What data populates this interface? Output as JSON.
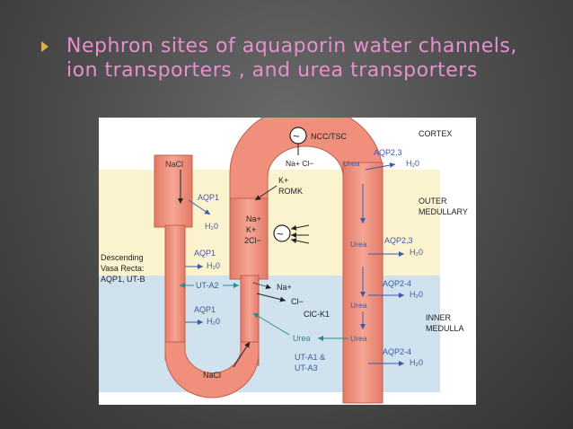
{
  "slide": {
    "title_line1": "Nephron sites of aquaporin water channels,",
    "title_line2": "ion transporters , and urea transporters"
  },
  "colors": {
    "tubule": "#f0907c",
    "tubule_edge": "#c0604c",
    "cortex": "#ffffff",
    "outer_medulla": "#fbf3cd",
    "inner_medulla": "#cfe2ee",
    "label_blue": "#3c5aa8",
    "arrow_teal": "#2e8a86"
  },
  "diagram": {
    "zones": {
      "cortex": "CORTEX",
      "outer_1": "OUTER",
      "outer_2": "MEDULLARY",
      "inner_1": "INNER",
      "inner_2": "MEDULLA"
    },
    "labels": {
      "ncc": "NCC/TSC",
      "na_top": "Na+  Cl−",
      "urea_top": "Urea",
      "h2o_top": "H₂0",
      "aqp23_top": "AQP2,3",
      "nacl_top": "NaCl",
      "k_romk_1": "K+",
      "k_romk_2": "ROMK",
      "aqp1_a": "AQP1",
      "h2o_a": "H₂0",
      "nkcc_na": "Na+",
      "nkcc_k": "K+",
      "nkcc_cl": "2Cl−",
      "urea_mid": "Urea",
      "aqp23_mid": "AQP2,3",
      "h2o_mid": "H₂0",
      "desc_1": "Descending",
      "desc_2": "Vasa Recta:",
      "desc_3": "AQP1, UT-B",
      "aqp1_b": "AQP1",
      "h2o_b": "H₂0",
      "ut_a2": "UT-A2",
      "na_clc": "Na+",
      "cl_clc": "Cl−",
      "clc_k1": "ClC-K1",
      "aqp24_a": "AQP2-4",
      "h2o_c": "H₂0",
      "urea_low1": "Urea",
      "aqp1_c": "AQP1",
      "h2o_d": "H₂0",
      "urea_teal": "Urea",
      "urea_low2": "Urea",
      "aqp24_b": "AQP2-4",
      "h2o_e": "H₂0",
      "uta1": "UT-A1 &",
      "uta3": "UT-A3",
      "nacl_bottom": "NaCl"
    }
  }
}
